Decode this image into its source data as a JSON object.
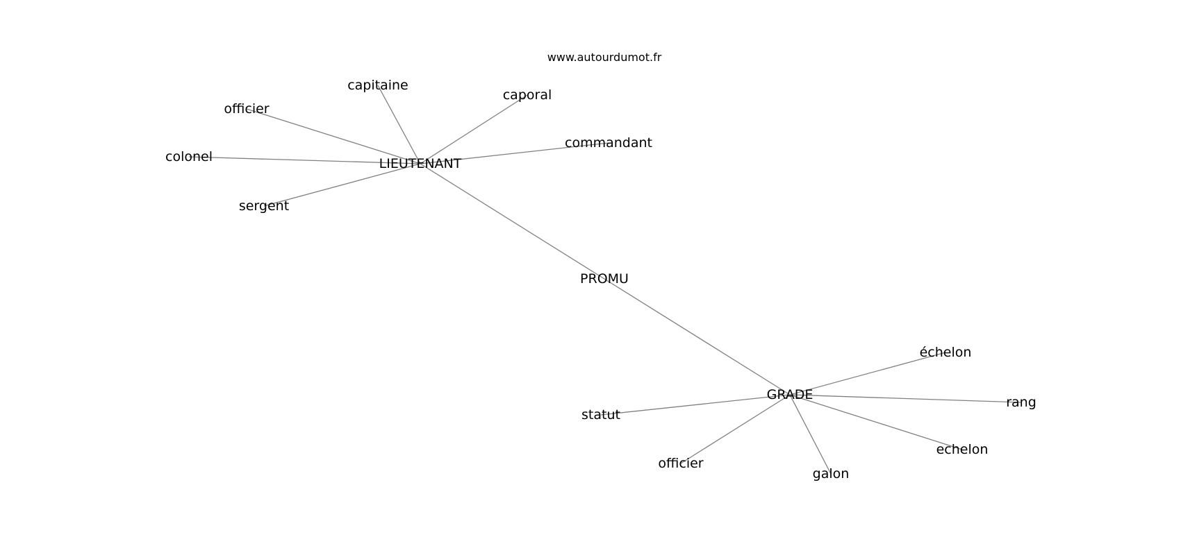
{
  "source": "www.autourdumot.fr",
  "nodes": [
    {
      "id": "promu",
      "label": "PROMU"
    },
    {
      "id": "lieutenant",
      "label": "LIEUTENANT"
    },
    {
      "id": "grade",
      "label": "GRADE"
    },
    {
      "id": "capitaine",
      "label": "capitaine"
    },
    {
      "id": "officier1",
      "label": "officier"
    },
    {
      "id": "caporal",
      "label": "caporal"
    },
    {
      "id": "colonel",
      "label": "colonel"
    },
    {
      "id": "commandant",
      "label": "commandant"
    },
    {
      "id": "sergent",
      "label": "sergent"
    },
    {
      "id": "echelon_acc",
      "label": "échelon"
    },
    {
      "id": "rang",
      "label": "rang"
    },
    {
      "id": "statut",
      "label": "statut"
    },
    {
      "id": "echelon",
      "label": "echelon"
    },
    {
      "id": "officier2",
      "label": "officier"
    },
    {
      "id": "galon",
      "label": "galon"
    }
  ],
  "edges": [
    [
      "promu",
      "lieutenant"
    ],
    [
      "promu",
      "grade"
    ],
    [
      "lieutenant",
      "capitaine"
    ],
    [
      "lieutenant",
      "officier1"
    ],
    [
      "lieutenant",
      "caporal"
    ],
    [
      "lieutenant",
      "colonel"
    ],
    [
      "lieutenant",
      "commandant"
    ],
    [
      "lieutenant",
      "sergent"
    ],
    [
      "grade",
      "echelon_acc"
    ],
    [
      "grade",
      "rang"
    ],
    [
      "grade",
      "statut"
    ],
    [
      "grade",
      "echelon"
    ],
    [
      "grade",
      "officier2"
    ],
    [
      "grade",
      "galon"
    ]
  ]
}
